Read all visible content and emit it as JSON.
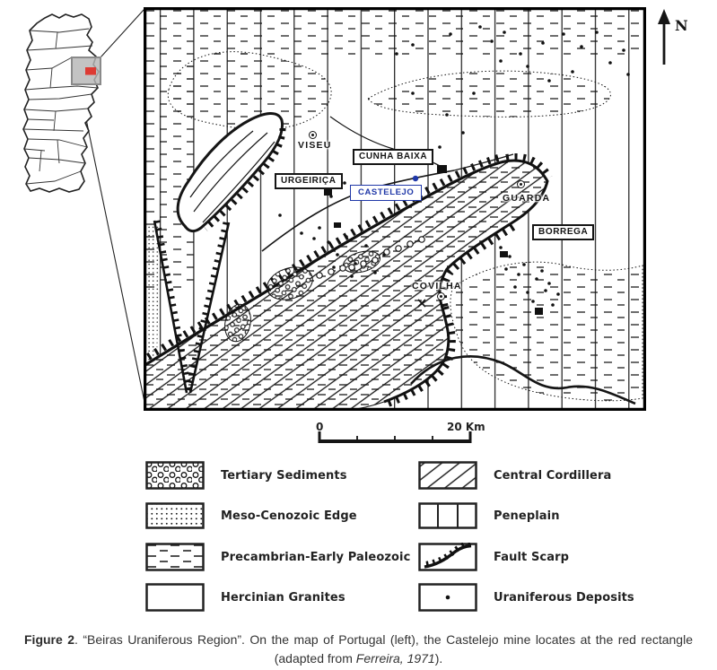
{
  "colors": {
    "castelejo_blue": "#2038a8",
    "inset_highlight_red": "#dd3a33",
    "inset_box_gray": "#b6b6b6",
    "ink": "#151515"
  },
  "north_arrow": {
    "label": "N"
  },
  "scale_bar": {
    "left_label": "0",
    "right_label": "20 Km"
  },
  "map": {
    "towns": [
      {
        "id": "viseu",
        "label": "VISEU",
        "boxed": false
      },
      {
        "id": "cunha-baixa",
        "label": "CUNHA BAIXA",
        "boxed": true
      },
      {
        "id": "urgeirica",
        "label": "URGEIRIÇA",
        "boxed": true
      },
      {
        "id": "castelejo",
        "label": "CASTELEJO",
        "boxed": true,
        "highlight": "blue"
      },
      {
        "id": "guarda",
        "label": "GUARDA",
        "boxed": false
      },
      {
        "id": "covilha",
        "label": "COVILHA",
        "boxed": false
      },
      {
        "id": "borrega",
        "label": "BORREGA",
        "boxed": true
      }
    ]
  },
  "legend": {
    "items": [
      {
        "id": "tertiary-sediments",
        "label": "Tertiary Sediments",
        "pattern": "circles"
      },
      {
        "id": "meso-cenozoic-edge",
        "label": "Meso-Cenozoic Edge",
        "pattern": "fine-dots"
      },
      {
        "id": "precambrian-early-paleozoic",
        "label": "Precambrian-Early Paleozoic",
        "pattern": "horizontal-dashes"
      },
      {
        "id": "hercinian-granites",
        "label": "Hercinian Granites",
        "pattern": "blank"
      },
      {
        "id": "central-cordillera",
        "label": "Central Cordillera",
        "pattern": "diagonal-hatch"
      },
      {
        "id": "peneplain",
        "label": "Peneplain",
        "pattern": "vertical-lines"
      },
      {
        "id": "fault-scarp",
        "label": "Fault Scarp",
        "pattern": "toothed-line"
      },
      {
        "id": "uraniferous-deposits",
        "label": "Uraniferous Deposits",
        "pattern": "dot"
      }
    ]
  },
  "caption": {
    "label": "Figure 2",
    "after_label": ". “Beiras Uraniferous Region”. On the map of Portugal (left), the Castelejo mine locates at the red rectangle (adapted from ",
    "italic": "Ferreira, 1971",
    "after_italic": ")."
  }
}
